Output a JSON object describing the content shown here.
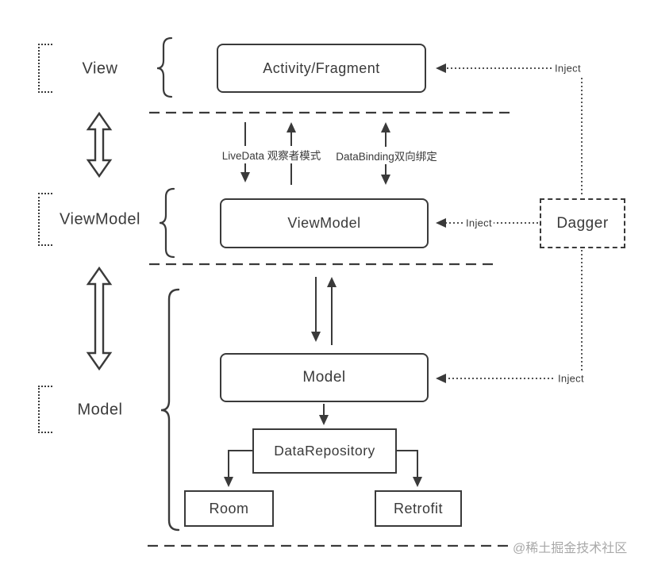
{
  "diagram": {
    "title_semantic": "MVVM architecture diagram",
    "colors": {
      "line": "#3a3a3a",
      "background": "#ffffff",
      "watermark": "#a8a8a8"
    }
  },
  "layers": {
    "view": {
      "label": "View"
    },
    "viewmodel": {
      "label": "ViewModel"
    },
    "model": {
      "label": "Model"
    }
  },
  "boxes": {
    "activity_fragment": "Activity/Fragment",
    "viewmodel": "ViewModel",
    "dagger": "Dagger",
    "model": "Model",
    "data_repository": "DataRepository",
    "room": "Room",
    "retrofit": "Retrofit"
  },
  "edge_labels": {
    "livedata": "LiveData 观察者模式",
    "databinding": "DataBinding双向绑定",
    "inject_view": "Inject",
    "inject_viewmodel": "Inject",
    "inject_model": "Inject"
  },
  "watermark": "@稀土掘金技术社区"
}
